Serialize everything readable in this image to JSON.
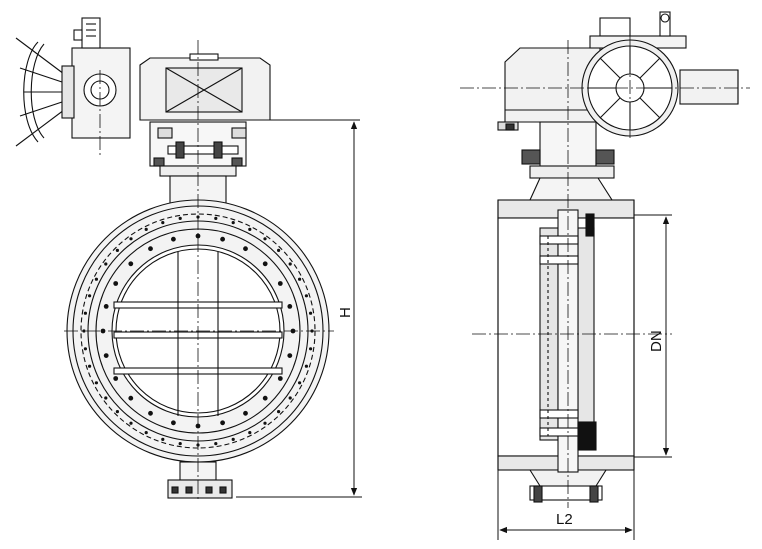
{
  "labels": {
    "height": "H",
    "nominal_diameter": "DN",
    "length": "L2"
  },
  "colors": {
    "line": "#111111",
    "fill_light": "#e9e9e9",
    "fill_mid": "#cfcfcf",
    "accent_dark": "#222222"
  }
}
